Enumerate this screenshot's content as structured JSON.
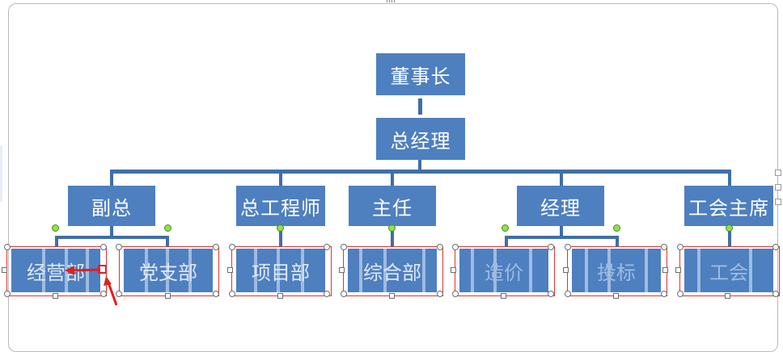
{
  "top": {
    "chairman": "董事长",
    "gm": "总经理"
  },
  "level2": [
    "副总",
    "总工程师",
    "主任",
    "经理",
    "工会主席"
  ],
  "depts": [
    "经营部",
    "党支部",
    "项目部",
    "综合部",
    "造价",
    "投标",
    "工会"
  ],
  "colors": {
    "node": "#4e7fbf",
    "line": "#3f6faa",
    "selection": "#e0332f",
    "arrow": "#e02020"
  }
}
